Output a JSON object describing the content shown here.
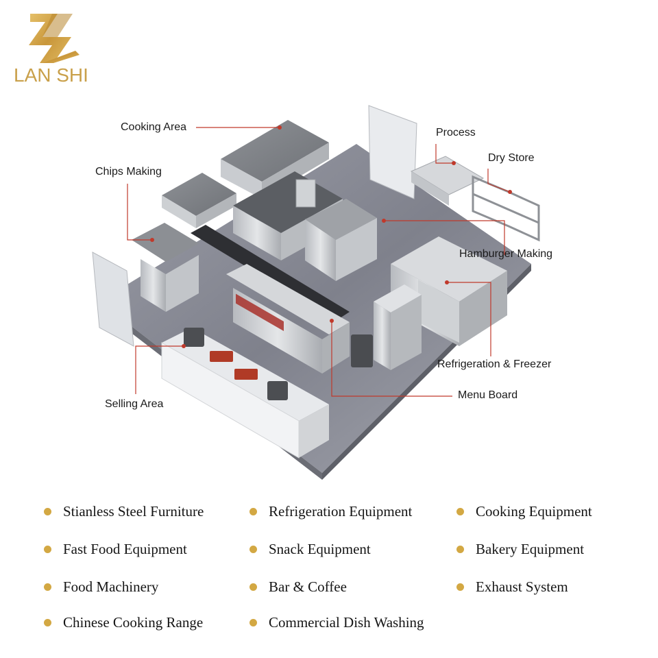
{
  "brand": {
    "name": "LAN SHI",
    "accent": "#c9a04a"
  },
  "labels": {
    "cooking_area": "Cooking Area",
    "chips_making": "Chips Making",
    "process": "Process",
    "dry_store": "Dry Store",
    "hamburger_making": "Hamburger Making",
    "refrigeration_freezer": "Refrigeration & Freezer",
    "menu_board": "Menu Board",
    "selling_area": "Selling Area"
  },
  "categories": [
    "Stianless Steel Furniture",
    "Refrigeration Equipment",
    "Cooking Equipment",
    "Fast Food Equipment",
    "Snack Equipment",
    "Bakery Equipment",
    "Food Machinery",
    "Bar & Coffee",
    "Exhaust System",
    "Chinese Cooking Range",
    "Commercial Dish Washing"
  ],
  "colors": {
    "leader_line": "#c0392b",
    "bullet": "#d3a843",
    "floor": "#8d8e98",
    "steel": "#c8cacd"
  }
}
